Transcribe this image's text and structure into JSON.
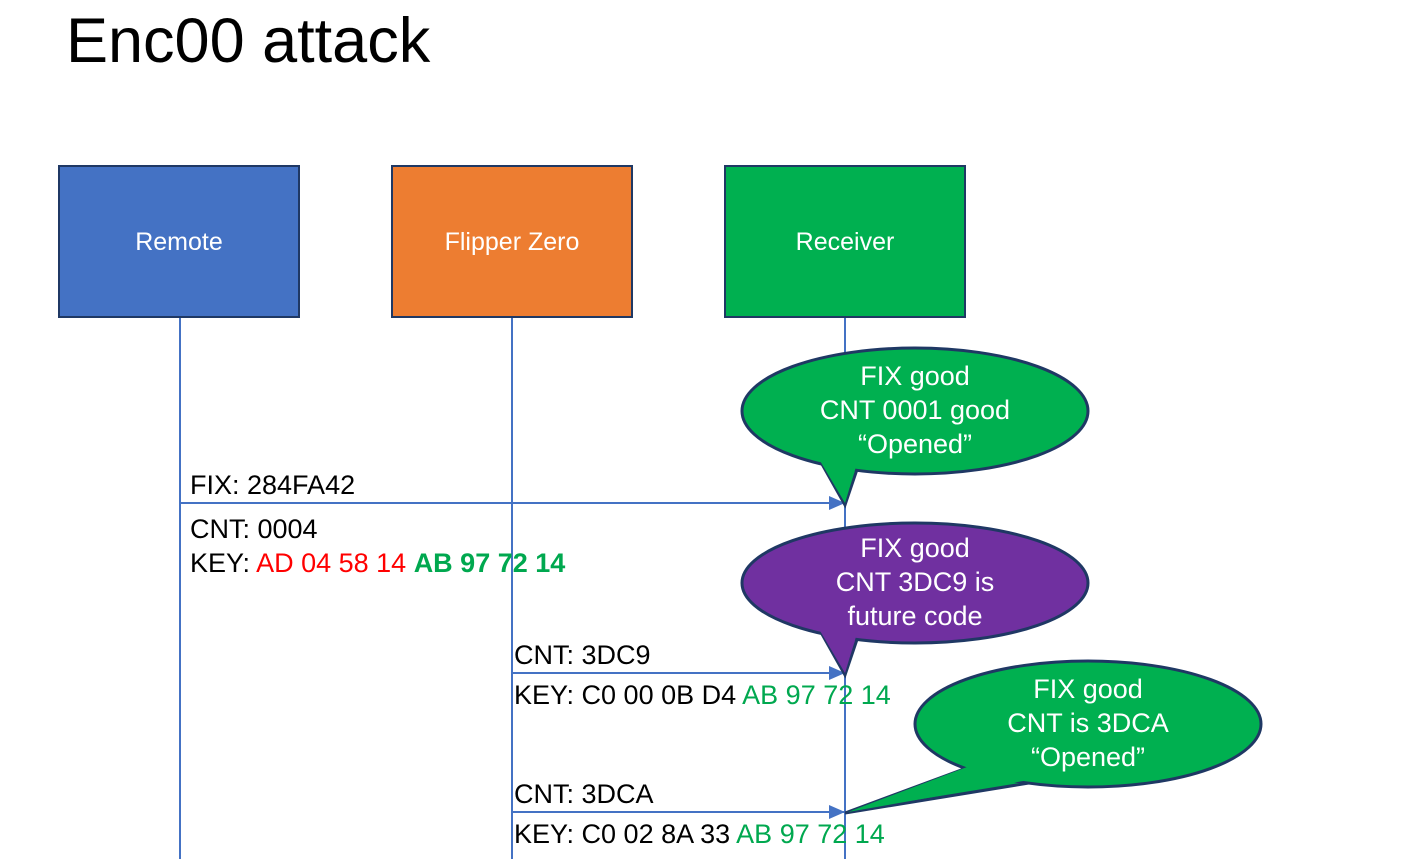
{
  "slide": {
    "title": "Enc00 attack",
    "background": "#FFFFFF"
  },
  "colors": {
    "remote_blue": "#4472C4",
    "flipper_orange": "#ED7D31",
    "receiver_green": "#00B050",
    "bubble_purple": "#7030A0",
    "box_border": "#1F3864",
    "lifeline": "#4472C4",
    "hex_red": "#FF0000",
    "hex_green": "#00A84F",
    "text_black": "#000000"
  },
  "actors": [
    {
      "id": "remote",
      "label": "Remote",
      "fill": "#4472C4"
    },
    {
      "id": "flipper",
      "label": "Flipper Zero",
      "fill": "#ED7D31"
    },
    {
      "id": "receiver",
      "label": "Receiver",
      "fill": "#00B050"
    }
  ],
  "messages": [
    {
      "id": "m1-fix",
      "from": "remote",
      "to": "receiver",
      "label": "FIX: 284FA42"
    },
    {
      "id": "m1-cnt",
      "label": "CNT: 0004"
    },
    {
      "id": "m1-key",
      "prefix": "KEY: ",
      "part_red": "AD 04 58 14",
      "part_green": "AB 97 72 14"
    },
    {
      "id": "m2-cnt",
      "from": "flipper",
      "to": "receiver",
      "label": "CNT: 3DC9"
    },
    {
      "id": "m2-key",
      "prefix": "KEY: C0 00 0B D4 ",
      "part_green": "AB 97 72 14"
    },
    {
      "id": "m3-cnt",
      "from": "flipper",
      "to": "receiver",
      "label": "CNT: 3DCA"
    },
    {
      "id": "m3-key",
      "prefix": "KEY: C0 02 8A 33 ",
      "part_green": "AB 97 72 14"
    }
  ],
  "bubbles": [
    {
      "id": "bubble-1",
      "fill": "#00B050",
      "lines": [
        "FIX good",
        "CNT 0001 good",
        "“Opened”"
      ]
    },
    {
      "id": "bubble-2",
      "fill": "#7030A0",
      "lines": [
        "FIX good",
        "CNT 3DC9 is",
        "future code"
      ]
    },
    {
      "id": "bubble-3",
      "fill": "#00B050",
      "lines": [
        "FIX good",
        "CNT is 3DCA",
        "“Opened”"
      ]
    }
  ]
}
